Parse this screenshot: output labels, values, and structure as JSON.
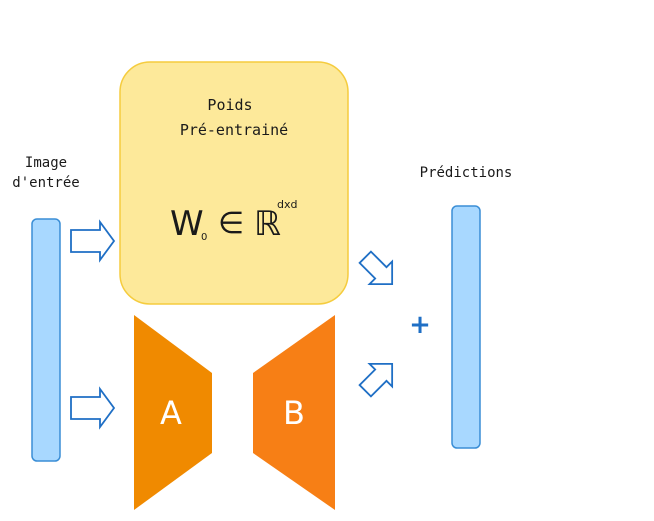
{
  "input": {
    "label_line1": "Image",
    "label_line2": "d'entrée"
  },
  "weights": {
    "title_line1": "Poids",
    "title_line2": "Pré-entrainé",
    "symbol_w": "W",
    "symbol_sub": "0",
    "symbol_in": "∈",
    "symbol_r": "ℝ",
    "symbol_sup": "dxd"
  },
  "adapter": {
    "a_label": "A",
    "b_label": "B"
  },
  "output": {
    "label": "Prédictions",
    "plus": "+"
  },
  "colors": {
    "bar_fill": "#a8d8ff",
    "bar_stroke": "#3a8ed6",
    "weights_fill": "#fde99a",
    "weights_stroke": "#f5cc3e",
    "trap_a": "#f08a00",
    "trap_b": "#f77f15",
    "arrow_stroke": "#1f6fc5"
  }
}
